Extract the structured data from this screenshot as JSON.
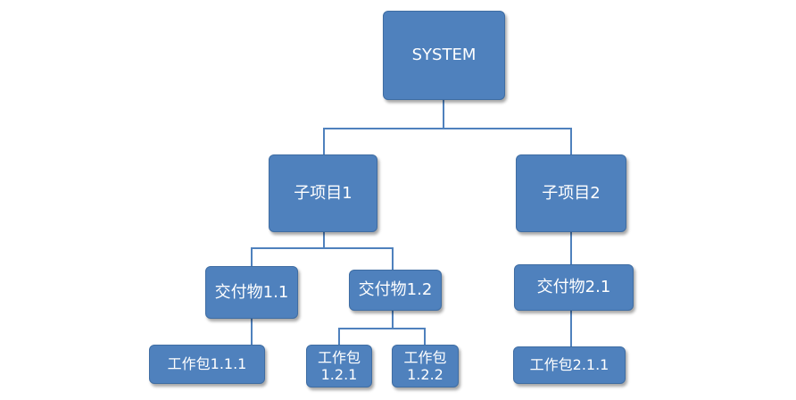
{
  "nodes": {
    "system": "SYSTEM",
    "sub1": "子项目1",
    "sub2": "子项目2",
    "d11": "交付物1.1",
    "d12": "交付物1.2",
    "d21": "交付物2.1",
    "w111": "工作包1.1.1",
    "w121": "工作包\n1.2.1",
    "w122": "工作包\n1.2.2",
    "w211": "工作包2.1.1"
  },
  "colors": {
    "node_fill": "#4f81bd",
    "connector": "#4f81bd",
    "text": "#ffffff"
  }
}
